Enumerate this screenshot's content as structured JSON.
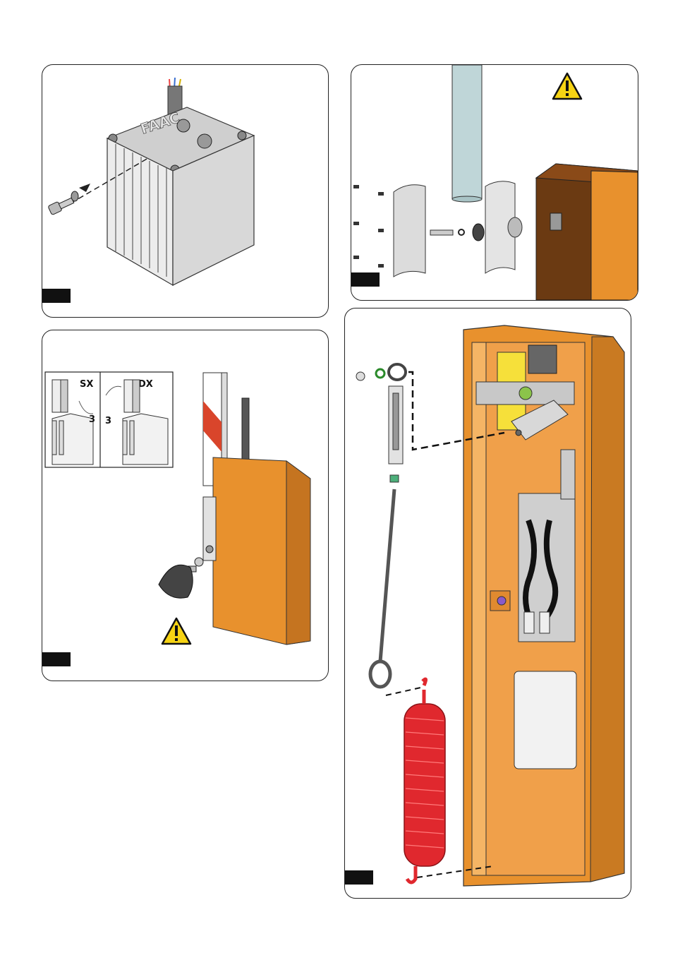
{
  "figures": [
    {
      "id": "fig-motor-unit",
      "brand_lettering": "FAAC"
    },
    {
      "id": "fig-boom-fixing"
    },
    {
      "id": "fig-boom-installation",
      "inset": {
        "left_label": "SX",
        "right_label": "DX",
        "callout_left": "3",
        "callout_right": "3"
      }
    },
    {
      "id": "fig-balancing-spring"
    }
  ],
  "colors": {
    "housing": "#E8912D",
    "housing_dark": "#6B3A12",
    "spring": "#E0282E",
    "warning": "#F6D313",
    "boom_red": "#D9452B"
  },
  "icons": [
    "warning-icon",
    "bolt-icon",
    "washer-icon",
    "spring-icon",
    "turnbuckle-icon"
  ]
}
